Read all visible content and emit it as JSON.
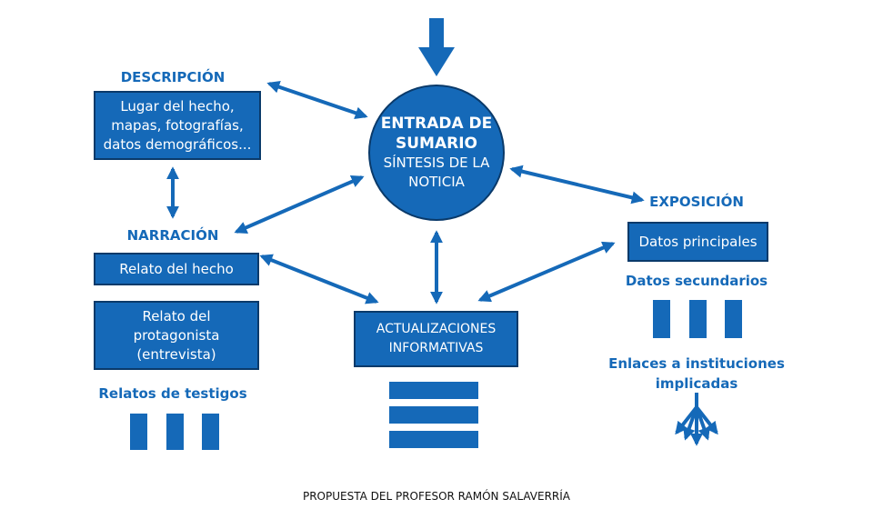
{
  "center": {
    "title": "ENTRADA DE SUMARIO",
    "subtitle": "SÍNTESIS DE LA NOTICIA"
  },
  "descripcion": {
    "heading": "DESCRIPCIÓN",
    "box": "Lugar del hecho,\nmapas, fotografías,\ndatos demográficos..."
  },
  "narracion": {
    "heading": "NARRACIÓN",
    "box1": "Relato del hecho",
    "box2": "Relato del\nprotagonista\n(entrevista)",
    "testigos": "Relatos de testigos"
  },
  "actualizaciones": {
    "box": "ACTUALIZACIONES\nINFORMATIVAS"
  },
  "exposicion": {
    "heading": "EXPOSICIÓN",
    "box": "Datos principales",
    "secundarios": "Datos secundarios",
    "enlaces": "Enlaces a instituciones\nimplicadas"
  },
  "footer": "PROPUESTA DEL PROFESOR RAMÓN SALAVERRÍA",
  "colors": {
    "primary": "#1569b8",
    "border": "#0a3a6a"
  }
}
